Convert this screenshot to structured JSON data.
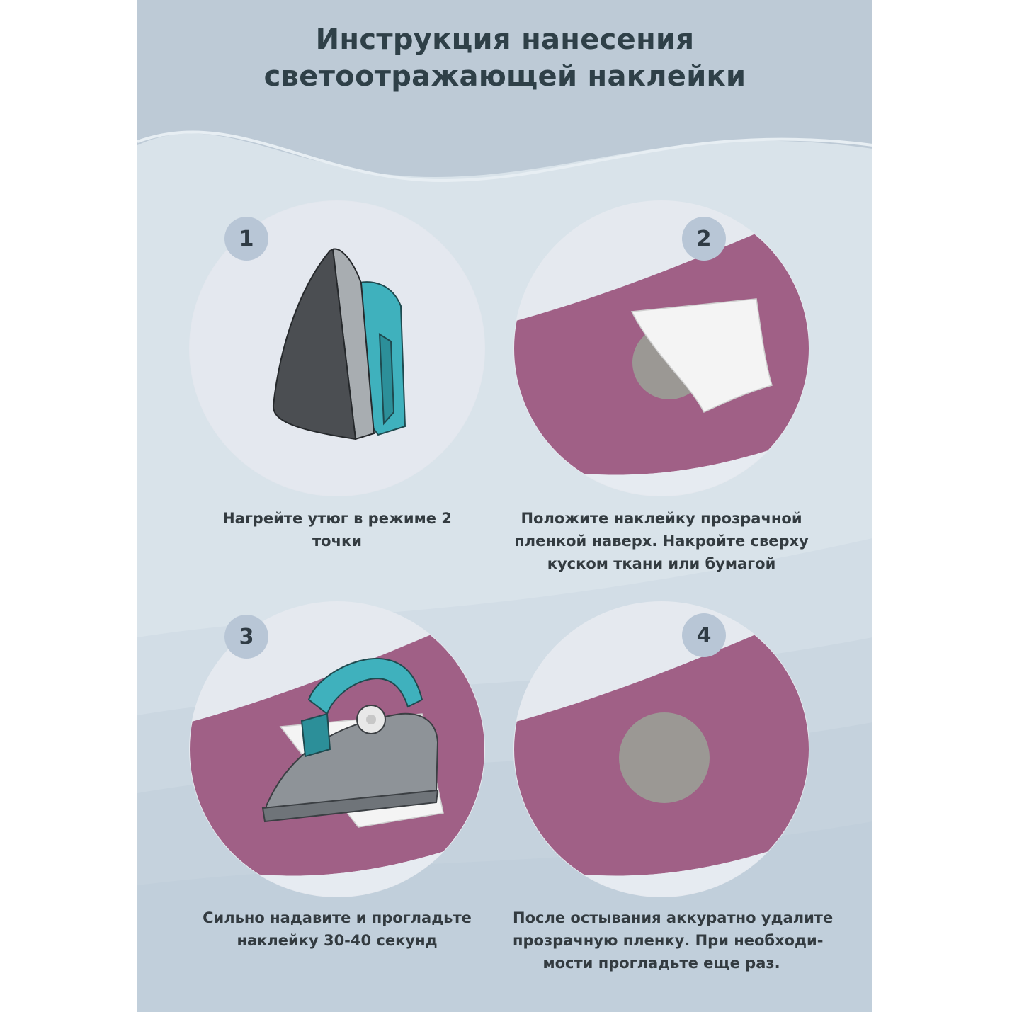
{
  "title": {
    "line1": "Инструкция нанесения",
    "line2": "светоотражающей наклейки"
  },
  "colors": {
    "background": "#d9e3ea",
    "header": "#bccbd7",
    "fabric": "#a06086",
    "badge": "#b8c6d6",
    "iron_teal": "#3fb1bd",
    "iron_sole": "#4b4e52",
    "reflective_patch": "#9b9894"
  },
  "steps": [
    {
      "number": "1",
      "icon": "iron-icon",
      "caption": [
        "Нагрейте утюг в режиме 2",
        "точки"
      ]
    },
    {
      "number": "2",
      "icon": "sticker-with-film-icon",
      "caption": [
        "Положите наклейку прозрачной",
        "пленкой наверх. Накройте сверху",
        "куском ткани или бумагой"
      ]
    },
    {
      "number": "3",
      "icon": "ironing-icon",
      "caption": [
        "Сильно надавите и прогладьте",
        "наклейку 30-40 секунд"
      ]
    },
    {
      "number": "4",
      "icon": "reflective-patch-icon",
      "caption": [
        "После остывания аккуратно удалите",
        "прозрачную пленку. При необходи-",
        "мости прогладьте еще раз."
      ]
    }
  ]
}
